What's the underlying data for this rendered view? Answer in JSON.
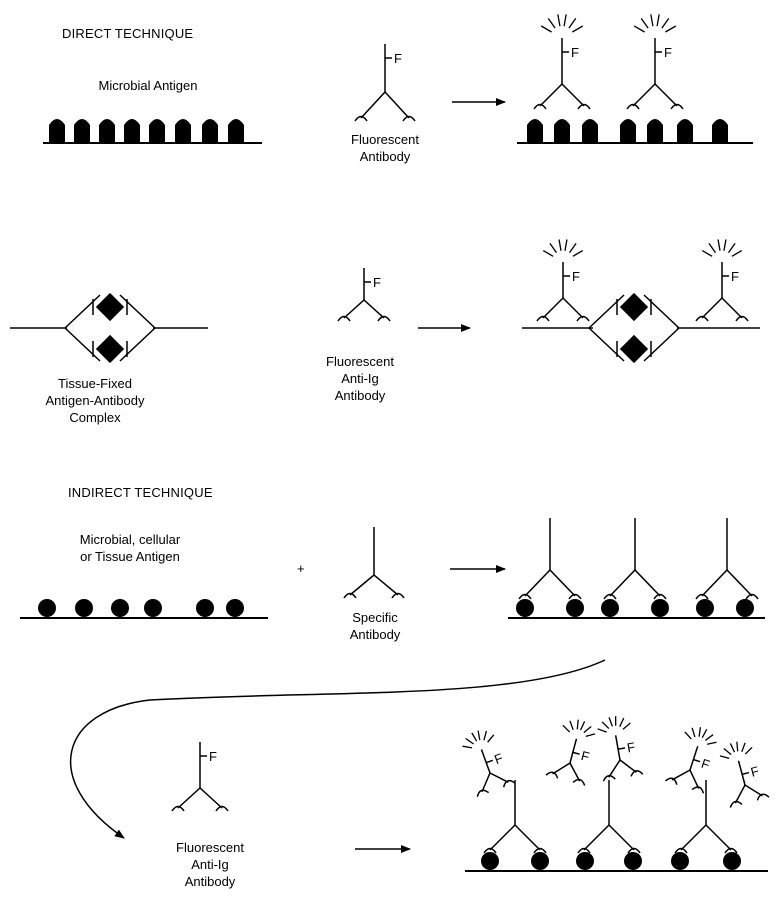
{
  "direct_technique": {
    "heading": "DIRECT TECHNIQUE",
    "panel1": {
      "antigen_label": "Microbial Antigen",
      "antibody_label_lines": [
        "Fluorescent",
        "Antibody"
      ],
      "fluor_tag": "F"
    },
    "panel2": {
      "complex_label_lines": [
        "Tissue-Fixed",
        "Antigen-Antibody",
        "Complex"
      ],
      "antibody_label_lines": [
        "Fluorescent",
        "Anti-Ig",
        "Antibody"
      ],
      "fluor_tag": "F"
    }
  },
  "indirect_technique": {
    "heading": "INDIRECT TECHNIQUE",
    "antigen_label_lines": [
      "Microbial, cellular",
      "or Tissue Antigen"
    ],
    "plus_sign": "+",
    "specific_antibody_label_lines": [
      "Specific",
      "Antibody"
    ],
    "second_antibody_label_lines": [
      "Fluorescent",
      "Anti-Ig",
      "Antibody"
    ],
    "fluor_tag": "F"
  }
}
